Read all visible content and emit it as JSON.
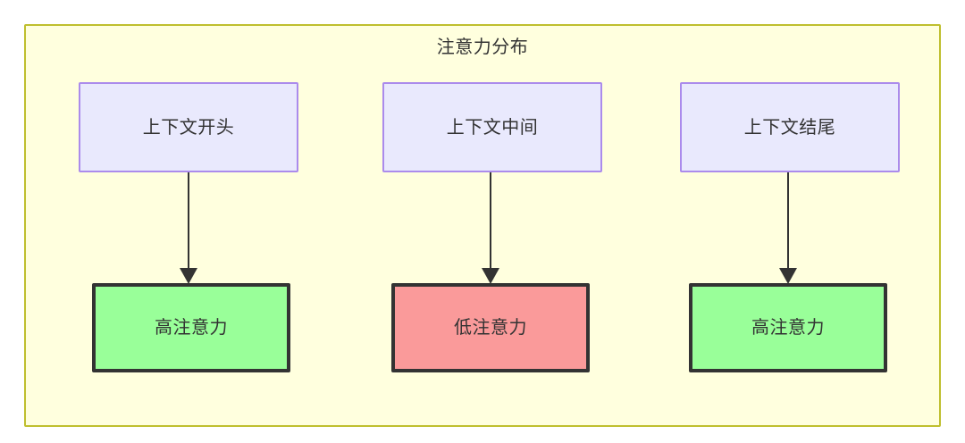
{
  "diagram": {
    "title": "注意力分布",
    "container": {
      "name": "attention-distribution-subgraph",
      "fill": "#ffffde",
      "border": "#bfbf2e"
    },
    "colors": {
      "context_fill": "#e9e9fd",
      "context_border": "#ab8bec",
      "high_attention_fill": "#99ff99",
      "low_attention_fill": "#fa9a9a",
      "node_border_dark": "#333333",
      "edge": "#333333",
      "text": "#333333"
    },
    "top_nodes": [
      {
        "id": "context-start",
        "label": "上下文开头"
      },
      {
        "id": "context-middle",
        "label": "上下文中间"
      },
      {
        "id": "context-end",
        "label": "上下文结尾"
      }
    ],
    "bottom_nodes": [
      {
        "id": "high-attention-start",
        "label": "高注意力",
        "level": "high"
      },
      {
        "id": "low-attention-middle",
        "label": "低注意力",
        "level": "low"
      },
      {
        "id": "high-attention-end",
        "label": "高注意力",
        "level": "high"
      }
    ],
    "edges": [
      {
        "from": "上下文开头",
        "to": "高注意力",
        "arrow": "down"
      },
      {
        "from": "上下文中间",
        "to": "低注意力",
        "arrow": "down"
      },
      {
        "from": "上下文结尾",
        "to": "高注意力",
        "arrow": "down"
      }
    ]
  }
}
